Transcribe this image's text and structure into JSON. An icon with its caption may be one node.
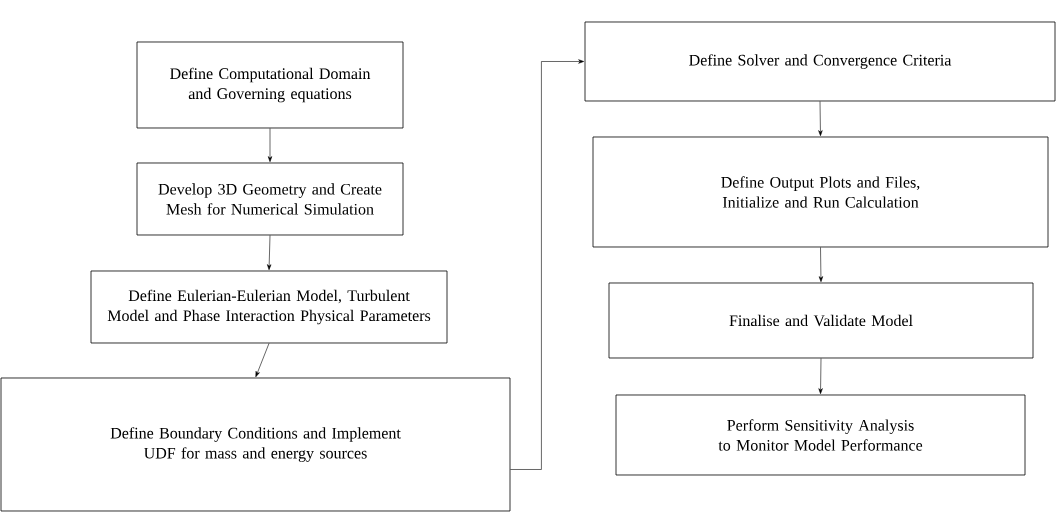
{
  "diagram": {
    "nodes": [
      {
        "text": [
          "Define Computational Domain and Governing equations"
        ]
      },
      {
        "text": [
          "Develop 3D Geometry and Create Mesh for Numerical Simulation"
        ]
      },
      {
        "text": [
          "Define Eulerian-Eulerian Model, Turbulent Model and Phase Interaction Physical Parameters"
        ]
      },
      {
        "text": [
          "Define Boundary Conditions and Implement UDF for mass and energy sources"
        ]
      },
      {
        "text": [
          "Define Solver and Convergence Criteria"
        ]
      },
      {
        "text": [
          "Define Output Plots and Files, Initialize and Run Calculation"
        ]
      },
      {
        "text": [
          "Finalise and Validate Model"
        ]
      },
      {
        "text": [
          "Perform Sensitivity Analysis to Monitor Model Performance"
        ]
      }
    ],
    "edges": [
      {
        "from": 0,
        "to": 1,
        "arrow": "to"
      },
      {
        "from": 1,
        "to": 2,
        "arrow": "to"
      },
      {
        "from": 2,
        "to": 3,
        "arrow": "to"
      },
      {
        "from": 3,
        "to": 4,
        "arrow": "to"
      },
      {
        "from": 4,
        "to": 5,
        "arrow": "to"
      },
      {
        "from": 5,
        "to": 6,
        "arrow": "to"
      },
      {
        "from": 6,
        "to": 7,
        "arrow": "to"
      }
    ]
  }
}
